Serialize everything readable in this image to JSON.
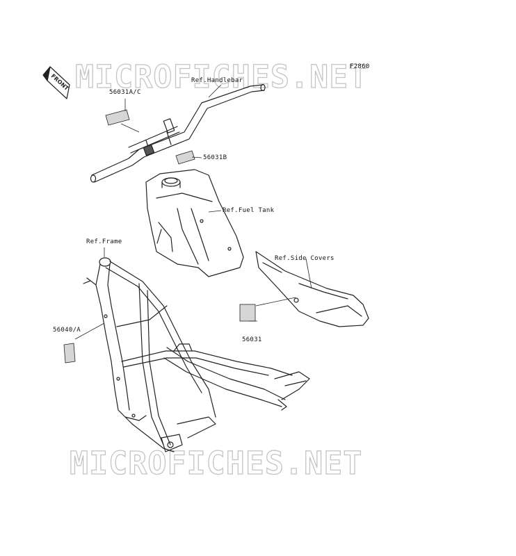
{
  "figure_code": "F2860",
  "watermark_text": "MICROFICHES.NET",
  "front_label": "FRONT",
  "labels": {
    "handlebar": "Ref.Handlebar",
    "part_56031ac": "56031A/C",
    "part_56031b": "56031B",
    "fuel_tank": "Ref.Fuel Tank",
    "frame": "Ref.Frame",
    "side_covers": "Ref.Side Covers",
    "part_56040a": "56040/A",
    "part_56031": "56031"
  },
  "colors": {
    "line": "#222222",
    "decal": "#d6d6d6",
    "watermark_stroke": "#c4c4c4"
  }
}
